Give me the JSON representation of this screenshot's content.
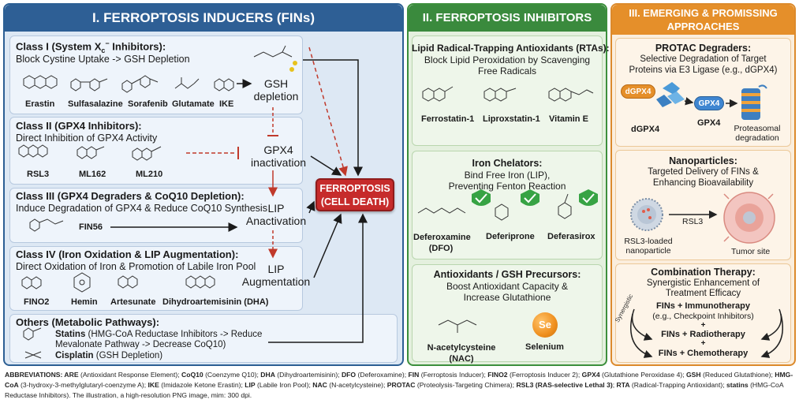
{
  "colors": {
    "inducers_border": "#2c5f94",
    "inducers_header": "#2e5f95",
    "inducers_bg": "#dde8f4",
    "inducers_box": "#eef4fb",
    "inhibitors_border": "#3c8f3c",
    "inhibitors_header": "#3a8a3d",
    "inhibitors_bg": "#e4f0de",
    "emerging_border": "#dc8a2c",
    "emerging_header": "#e58f2a",
    "emerging_bg": "#fbeedd",
    "ferroptosis_box": "#c62b2b",
    "inhibitor_arrow": "#c0392b",
    "check_green": "#37a344",
    "selenium_orange": "#ef8f1e"
  },
  "inducers": {
    "title": "I. FERROPTOSIS INDUCERS (FINs)",
    "class1": {
      "title": "Class I (System X",
      "title_sub": "c",
      "title_sup": "−",
      "title_end": " Inhibitors):",
      "desc": "Block Cystine Uptake -> GSH Depletion",
      "drugs": [
        "Erastin",
        "Sulfasalazine",
        "Sorafenib",
        "Glutamate",
        "IKE"
      ]
    },
    "class2": {
      "title": "Class II (GPX4 Inhibitors):",
      "desc": "Direct Inhibition of GPX4 Activity",
      "drugs": [
        "RSL3",
        "ML162",
        "ML210"
      ]
    },
    "class3": {
      "title": "Class III (GPX4 Degraders & CoQ10 Depletion):",
      "desc": "Induce Degradation of GPX4 & Reduce CoQ10 Synthesis",
      "drugs": [
        "FIN56"
      ]
    },
    "class4": {
      "title": "Class IV (Iron Oxidation & LIP Augmentation):",
      "desc": "Direct Oxidation of Iron & Promotion of Labile Iron Pool",
      "drugs": [
        "FINO2",
        "Hemin",
        "Artesunate",
        "Dihydroartemisinin (DHA)"
      ]
    },
    "others": {
      "title": "Others (Metabolic Pathways):",
      "statins_bold": "Statins",
      "statins_text": " (HMG-CoA Reductase Inhibitors -> Reduce",
      "statins_text2": "Mevalonate Pathway -> Decrease CoQ10)",
      "cisplatin_bold": "Cisplatin",
      "cisplatin_text": " (GSH Depletion)"
    },
    "flow": {
      "gsh1": "GSH",
      "gsh2": "depletion",
      "gpx41": "GPX4",
      "gpx42": "inactivation",
      "lip_anac1": "LIP",
      "lip_anac2": "Anactivation",
      "lip_aug1": "LIP",
      "lip_aug2": "Augmentation",
      "ferro1": "FERROPTOSIS",
      "ferro2": "(CELL DEATH)"
    }
  },
  "inhibitors": {
    "title": "II. FERROPTOSIS INHIBITORS",
    "rta": {
      "title": "Lipid Radical-Trapping Antioxidants (RTAs):",
      "desc1": "Block Lipid Peroxidation by Scavenging",
      "desc2": "Free Radicals",
      "drugs": [
        "Ferrostatin-1",
        "Liproxstatin-1",
        "Vitamin E"
      ]
    },
    "chelators": {
      "title": "Iron Chelators:",
      "desc1": "Bind Free Iron (LIP),",
      "desc2": "Preventing Fenton Reaction",
      "drugs": [
        "Deferoxamine",
        "Deferiprone",
        "Deferasirox"
      ],
      "dfo": "(DFO)"
    },
    "antiox": {
      "title": "Antioxidants / GSH Precursors:",
      "desc1": "Boost Antioxidant Capacity &",
      "desc2": "Increase Glutathione",
      "nac1": "N-acetylcysteine",
      "nac2": "(NAC)",
      "selenium": "Selenium",
      "se_symbol": "Se"
    }
  },
  "emerging": {
    "title1": "III. EMERGING & PROMISSING",
    "title2": "APPROACHES",
    "protac": {
      "title": "PROTAC Degraders:",
      "desc1": "Selective Degradation of Target",
      "desc2": "Proteins via E3 Ligase (e.g., dGPX4)",
      "dgpx4_tag": "dGPX4",
      "dgpx4_label": "dGPX4",
      "gpx4_tag": "GPX4",
      "gpx4_label": "GPX4",
      "proteasomal1": "Proteasomal",
      "proteasomal2": "degradation"
    },
    "nano": {
      "title": "Nanoparticles:",
      "desc1": "Targeted Delivery of FINs &",
      "desc2": "Enhancing Bioavailability",
      "rsl3": "RSL3",
      "np1": "RSL3-loaded",
      "np2": "nanoparticle",
      "tumor": "Tumor site"
    },
    "combo": {
      "title": "Combination Therapy:",
      "desc1": "Synergistic Enhancement of",
      "desc2": "Treatment Efficacy",
      "c1": "FINs + Immunotherapy",
      "c1sub": "(e.g., Checkpoint Inhibitors)",
      "plus1": "+",
      "c2": "FINs + Radiotherapy",
      "plus2": "+",
      "c3": "FINs + Chemotherapy",
      "synergistic": "Synergistic"
    }
  },
  "abbreviations": [
    {
      "k": "ABBREVIATIONS: ARE",
      "v": " (Antioxidant Response Element); "
    },
    {
      "k": "CoQ10",
      "v": " (Coenzyme Q10); "
    },
    {
      "k": "DHA",
      "v": " (Dihydroartemisinin); "
    },
    {
      "k": "DFO",
      "v": " (Deferoxamine); "
    },
    {
      "k": "FIN",
      "v": " (Ferroptosis Inducer); "
    },
    {
      "k": "FINO2",
      "v": " (Ferroptosis Inducer 2); "
    },
    {
      "k": "GPX4",
      "v": " (Glutathione Peroxidase 4); "
    },
    {
      "k": "GSH",
      "v": " (Reduced Glutathione); "
    },
    {
      "k": "HMG-CoA",
      "v": " (3-hydroxy-3-methylglutaryl-coenzyme A); "
    },
    {
      "k": "IKE",
      "v": " (Imidazole Ketone Erastin); "
    },
    {
      "k": "LIP",
      "v": " (Labile Iron Pool); "
    },
    {
      "k": "NAC",
      "v": " (N-acetylcysteine); "
    },
    {
      "k": "PROTAC",
      "v": " (Proteolysis-Targeting Chimera); "
    },
    {
      "k": "RSL3 (RAS-selective Lethal 3)",
      "v": "; "
    },
    {
      "k": "RTA",
      "v": " (Radical-Trapping Antioxidant); "
    },
    {
      "k": "statins",
      "v": " (HMG-CoA Reductase Inhibitors). The illustration, a high-resolution PNG image, mim: 300 dpi."
    }
  ]
}
